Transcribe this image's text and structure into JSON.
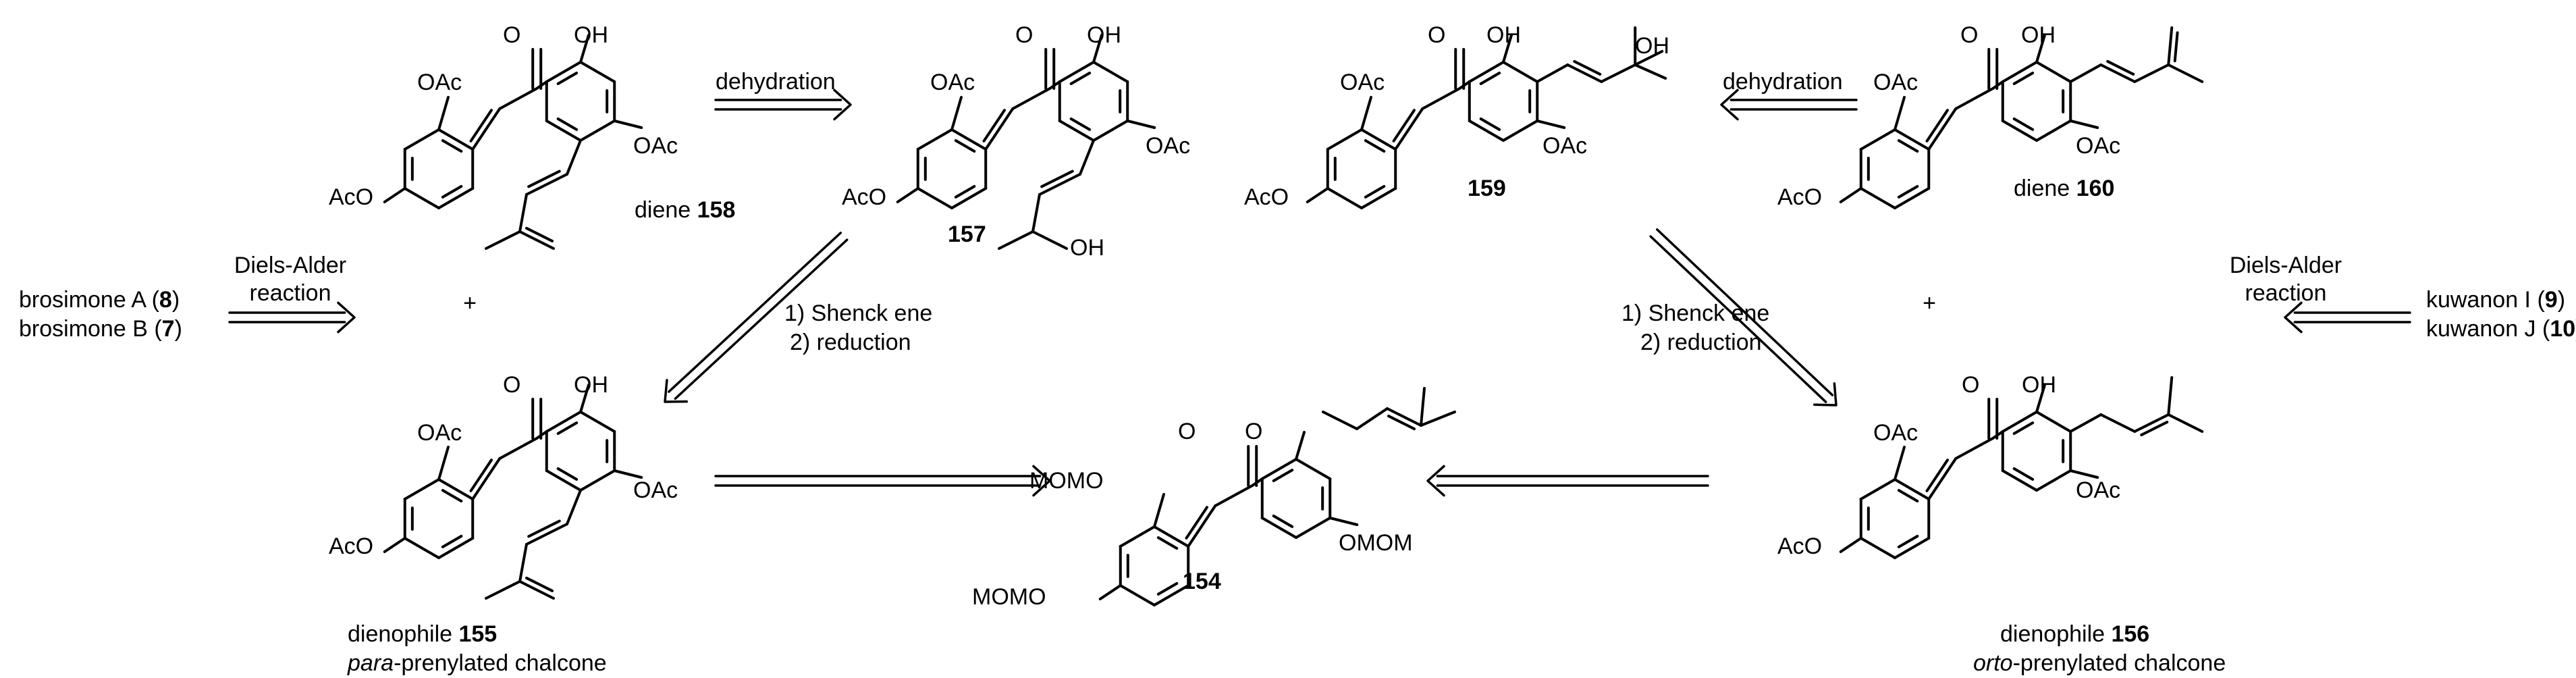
{
  "scheme": {
    "compounds": [
      {
        "id": "c158",
        "prefix": "diene ",
        "number": "158",
        "note": ""
      },
      {
        "id": "c157",
        "prefix": "",
        "number": "157",
        "note": ""
      },
      {
        "id": "c159",
        "prefix": "",
        "number": "159",
        "note": ""
      },
      {
        "id": "c160",
        "prefix": "diene ",
        "number": "160",
        "note": ""
      },
      {
        "id": "c155",
        "prefix": "dienophile ",
        "number": "155",
        "note_em": "para",
        "note_rest": "-prenylated chalcone"
      },
      {
        "id": "c154",
        "prefix": "",
        "number": "154",
        "note": ""
      },
      {
        "id": "c156",
        "prefix": "dienophile ",
        "number": "156",
        "note_em": "orto",
        "note_rest": "-prenylated chalcone"
      }
    ],
    "atoms": {
      "oac": "OAc",
      "aco": "AcO",
      "oh": "OH",
      "o": "O",
      "mom": "MOMO",
      "omom": "OMOM",
      "momo": "MOMO"
    },
    "arrows": {
      "dehydration_1": "dehydration",
      "dehydration_2": "dehydration",
      "diels_alder_left": [
        "Diels-Alder",
        "reaction"
      ],
      "diels_alder_right": [
        "Diels-Alder",
        "reaction"
      ],
      "shenck_left": [
        "1) Shenck ene",
        "2) reduction"
      ],
      "shenck_right": [
        "1) Shenck ene",
        "2) reduction"
      ]
    },
    "plus": "+",
    "products_left": [
      {
        "name": "brosimone A (",
        "num": "8",
        "close": ")"
      },
      {
        "name": "brosimone B (",
        "num": "7",
        "close": ")"
      }
    ],
    "products_right": [
      {
        "name": "kuwanon I (",
        "num": "9",
        "close": ")"
      },
      {
        "name": "kuwanon J (",
        "num": "10",
        "close": ")"
      }
    ]
  }
}
